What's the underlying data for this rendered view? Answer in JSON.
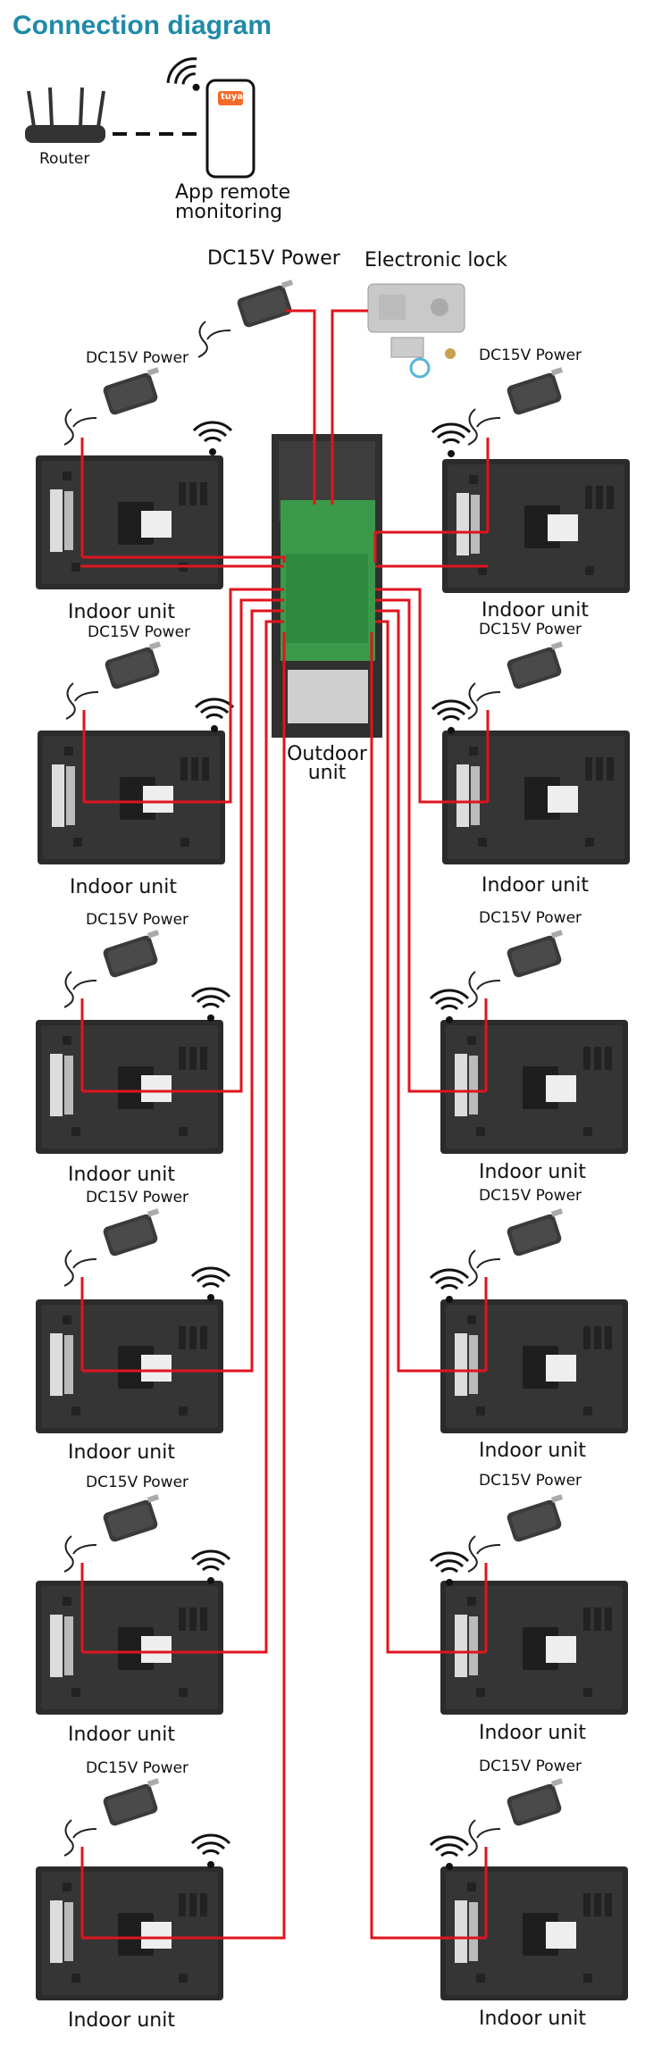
{
  "title": "Connection diagram",
  "router_label": "Router",
  "app_label_line1": "App  remote",
  "app_label_line2": "monitoring",
  "app_logo_text": "tuya",
  "top_power_label": "DC15V Power",
  "lock_label": "Electronic lock",
  "outdoor_label_line1": "Outdoor",
  "outdoor_label_line2": "unit",
  "indoor_label": "Indoor unit",
  "power_label": "DC15V Power",
  "colors": {
    "title": "#1e8aa8",
    "wire": "#e0141e",
    "device": "#2b2b2b"
  }
}
